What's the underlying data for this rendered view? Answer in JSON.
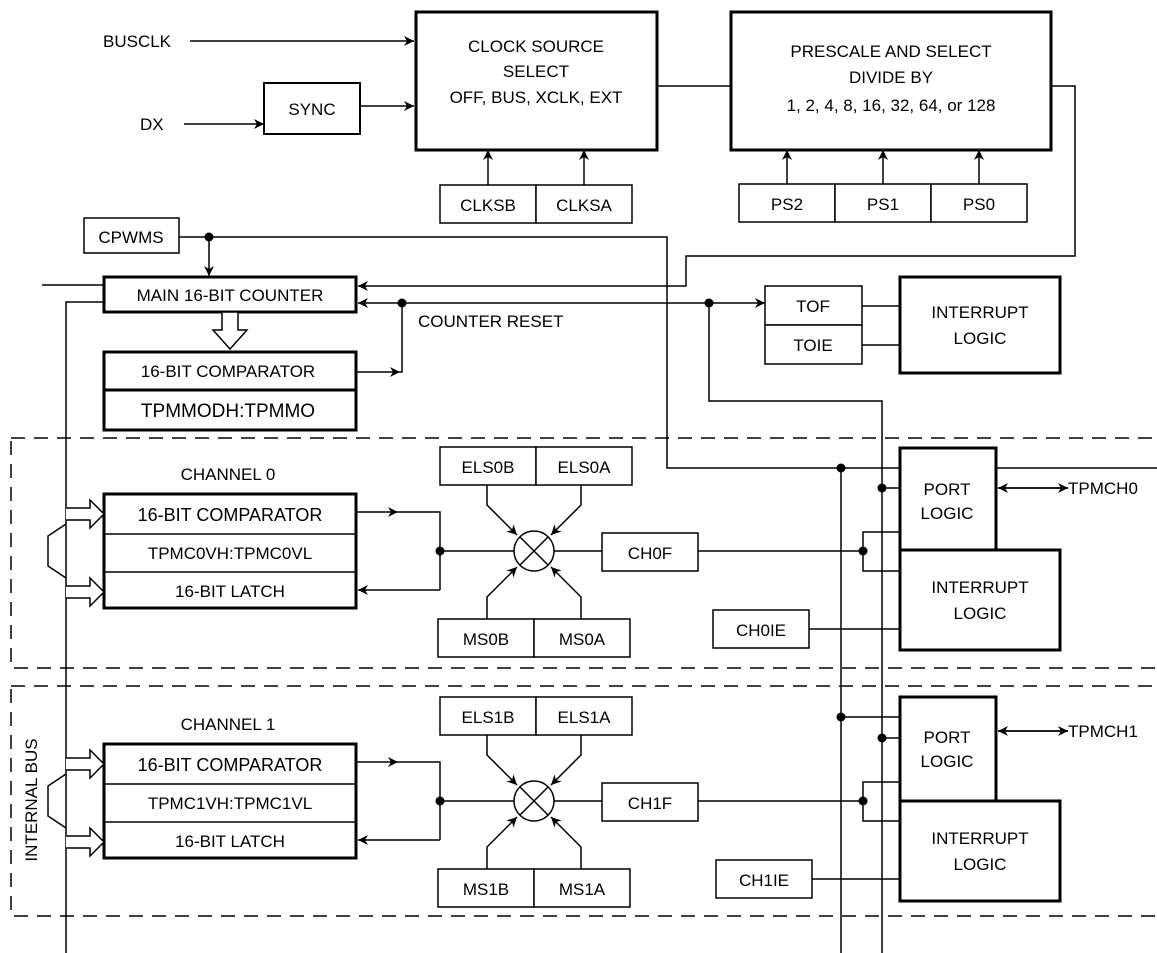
{
  "inputs": {
    "busclk": "BUSCLK",
    "dx": "DX",
    "sync": "SYNC"
  },
  "clock_source": {
    "line1": "CLOCK SOURCE",
    "line2": "SELECT",
    "line3": "OFF, BUS, XCLK, EXT",
    "bits": [
      "CLKSB",
      "CLKSA"
    ]
  },
  "prescale": {
    "line1": "PRESCALE AND SELECT",
    "line2": "DIVIDE BY",
    "line3": "1, 2, 4, 8, 16, 32, 64, or 128",
    "bits": [
      "PS2",
      "PS1",
      "PS0"
    ]
  },
  "counter": {
    "cpwms": "CPWMS",
    "main": "MAIN 16-BIT COUNTER",
    "reset": "COUNTER RESET",
    "comparator": "16-BIT COMPARATOR",
    "modulo": "TPMMODH:TPMMO"
  },
  "overflow": {
    "tof": "TOF",
    "toie": "TOIE",
    "interrupt_line1": "INTERRUPT",
    "interrupt_line2": "LOGIC"
  },
  "internal_bus": "INTERNAL BUS",
  "channels": [
    {
      "title": "CHANNEL 0",
      "comparator": "16-BIT COMPARATOR",
      "value_reg": "TPMC0VH:TPMC0VL",
      "latch": "16-BIT LATCH",
      "els": [
        "ELS0B",
        "ELS0A"
      ],
      "ms": [
        "MS0B",
        "MS0A"
      ],
      "flag": "CH0F",
      "ie": "CH0IE",
      "port_line1": "PORT",
      "port_line2": "LOGIC",
      "int_line1": "INTERRUPT",
      "int_line2": "LOGIC",
      "pin": "TPMCH0"
    },
    {
      "title": "CHANNEL 1",
      "comparator": "16-BIT COMPARATOR",
      "value_reg": "TPMC1VH:TPMC1VL",
      "latch": "16-BIT LATCH",
      "els": [
        "ELS1B",
        "ELS1A"
      ],
      "ms": [
        "MS1B",
        "MS1A"
      ],
      "flag": "CH1F",
      "ie": "CH1IE",
      "port_line1": "PORT",
      "port_line2": "LOGIC",
      "int_line1": "INTERRUPT",
      "int_line2": "LOGIC",
      "pin": "TPMCH1"
    }
  ]
}
